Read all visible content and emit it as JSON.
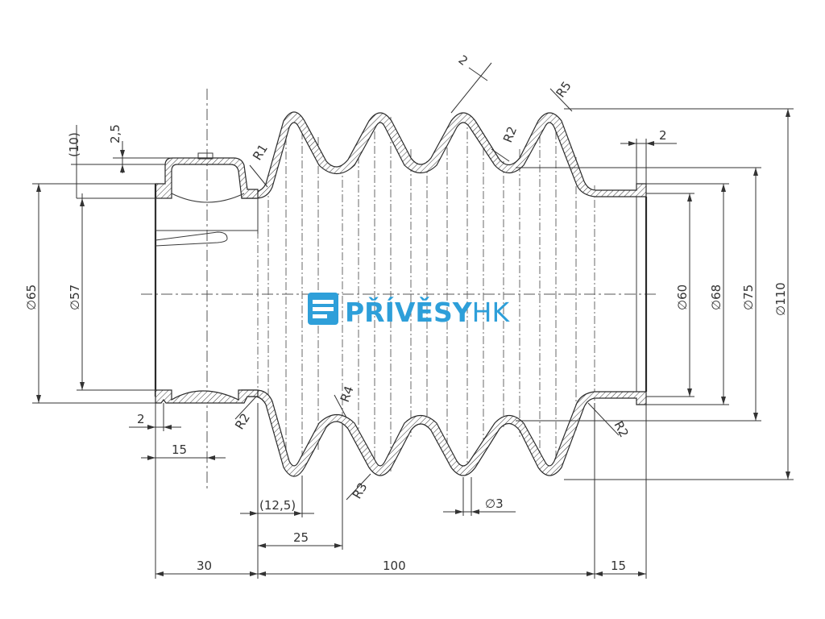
{
  "brand": {
    "name_bold": "PŘÍVĚSY",
    "name_light": "HK",
    "color": "#2e9fd9",
    "logo_icon": "trailer-logo-icon"
  },
  "dimensions": {
    "d65": "∅65",
    "d57": "∅57",
    "d60": "∅60",
    "d68": "∅68",
    "d75": "∅75",
    "d110": "∅110",
    "d3": "∅3",
    "len30": "30",
    "len100": "100",
    "len15_bottom": "15",
    "len25": "25",
    "len12_5": "(12,5)",
    "len15_left": "15",
    "len2_left": "2",
    "len2_right": "2",
    "len2_top": "2",
    "len2_5": "2,5",
    "len10": "(10)"
  },
  "radii": {
    "r1": "R1",
    "r2_top": "R2",
    "r5": "R5",
    "r2_left": "R2",
    "r4": "R4",
    "r3": "R3",
    "r2_right": "R2"
  },
  "line_color": "#2a2a2a"
}
